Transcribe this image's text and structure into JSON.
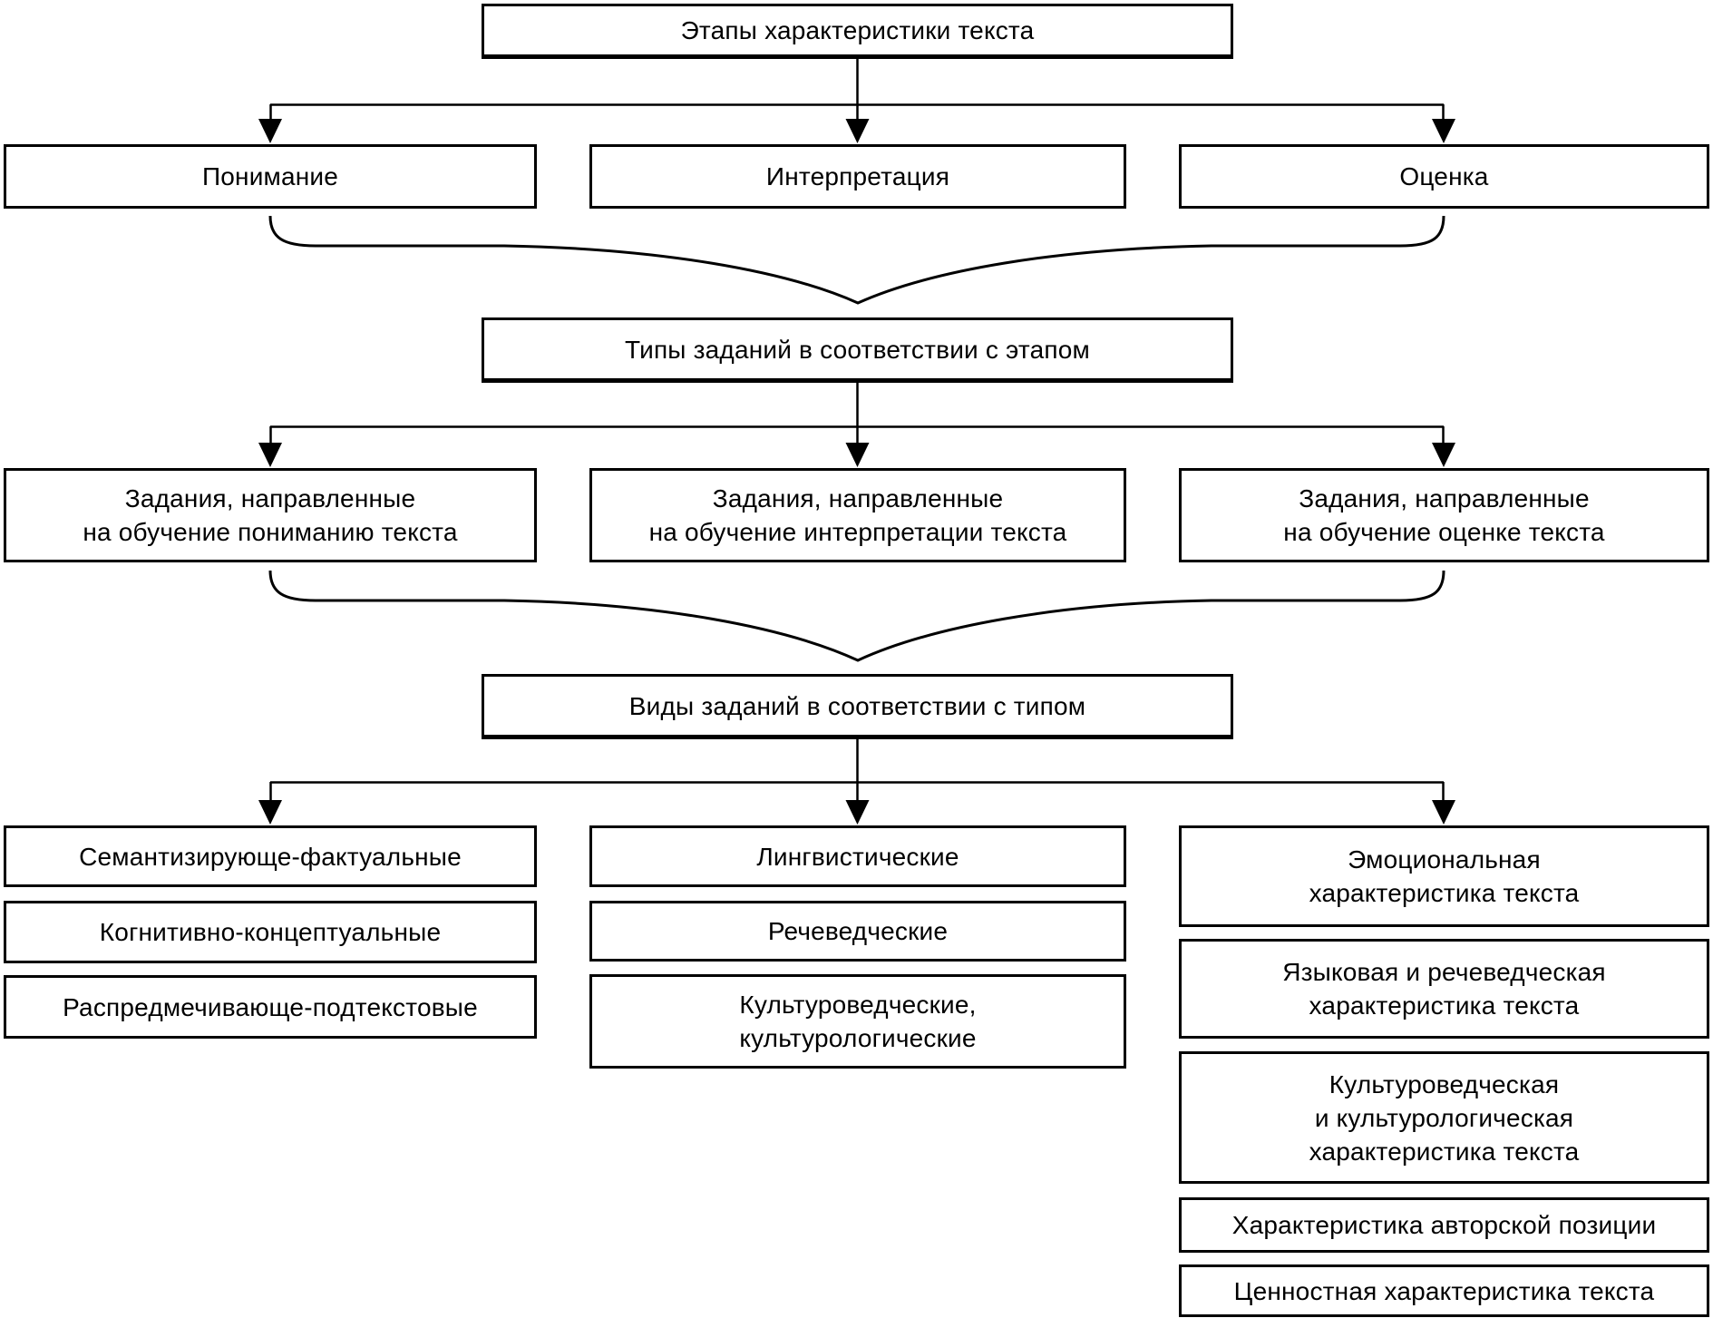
{
  "diagram": {
    "root_title": "Этапы характеристики текста",
    "stages": [
      "Понимание",
      "Интерпретация",
      "Оценка"
    ],
    "types_title": "Типы заданий в соответствии с этапом",
    "types": [
      "Задания, направленные\nна обучение пониманию текста",
      "Задания, направленные\nна обучение интерпретации текста",
      "Задания, направленные\nна обучение оценке текста"
    ],
    "kinds_title": "Виды заданий в соответствии с типом",
    "kinds_understanding": [
      "Семантизирующе-фактуальные",
      "Когнитивно-концептуальные",
      "Распредмечивающе-подтекстовые"
    ],
    "kinds_interpretation": [
      "Лингвистические",
      "Речеведческие",
      "Культуроведческие,\nкультурологические"
    ],
    "kinds_evaluation": [
      "Эмоциональная\nхарактеристика текста",
      "Языковая и речеведческая\nхарактеристика текста",
      "Культуроведческая\nи культурологическая\nхарактеристика текста",
      "Характеристика авторской позиции",
      "Ценностная характеристика текста"
    ],
    "ink_color": "#000000",
    "paper_color": "#ffffff"
  }
}
